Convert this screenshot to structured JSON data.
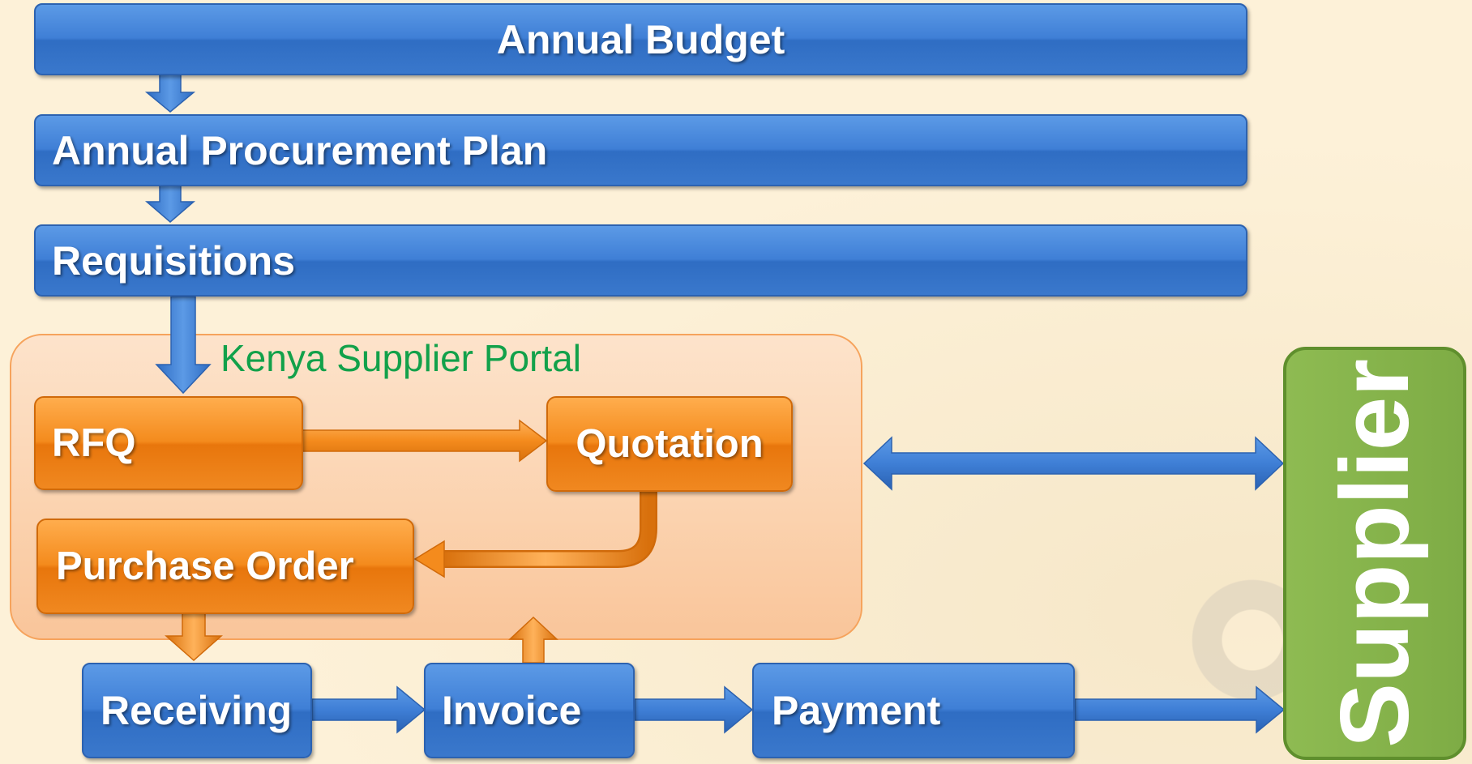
{
  "diagram": {
    "annual_budget": "Annual Budget",
    "procurement_plan": "Annual Procurement Plan",
    "requisitions": "Requisitions",
    "portal_label": "Kenya Supplier Portal",
    "rfq": "RFQ",
    "quotation": "Quotation",
    "purchase_order": "Purchase Order",
    "receiving": "Receiving",
    "invoice": "Invoice",
    "payment": "Payment",
    "supplier": "Supplier"
  },
  "colors": {
    "background": "#fdf1d8",
    "blue": "#3f7fd6",
    "orange": "#f48b1d",
    "green": "#8ebb52",
    "portal_text": "#12a14a"
  }
}
